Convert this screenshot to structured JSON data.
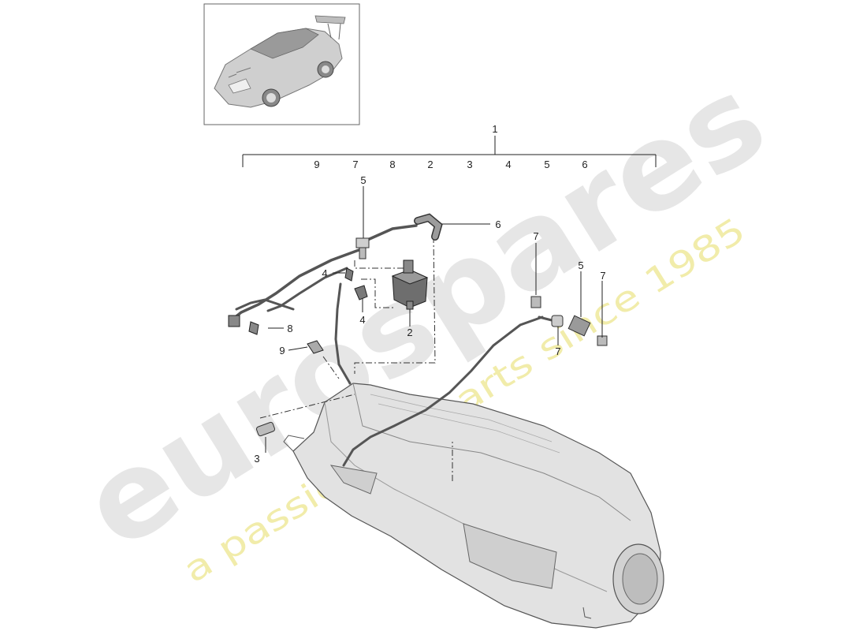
{
  "watermark": {
    "brand": "eurospares",
    "tagline": "a passion for parts since 1985"
  },
  "thumbnail": {
    "icon": "car-thumbnail-icon"
  },
  "bracket": {
    "assembly_label": "1",
    "items": [
      "9",
      "7",
      "8",
      "2",
      "3",
      "4",
      "5",
      "6"
    ]
  },
  "callouts": {
    "c5_top": "5",
    "c6": "6",
    "c7_upper": "7",
    "c5_right": "5",
    "c7_far_right": "7",
    "c4_upper": "4",
    "c4_lower": "4",
    "c2": "2",
    "c8": "8",
    "c9": "9",
    "c7_lower": "7",
    "c3": "3"
  },
  "colors": {
    "line": "#222222",
    "part_fill": "#dcdcdc",
    "part_stroke": "#555555",
    "watermark_gray": "#e6e6e6",
    "watermark_yellow": "#f1ecaa"
  }
}
